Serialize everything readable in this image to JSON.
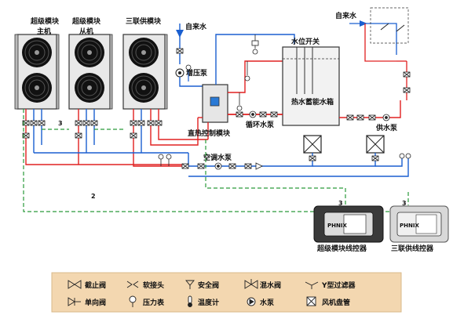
{
  "units": {
    "master_group": "超级模块",
    "master": "主机",
    "slave_group": "超级模块",
    "slave": "从机",
    "triple": "三联供模块"
  },
  "labels": {
    "tap_water_left": "自来水",
    "tap_water_right": "自来水",
    "booster_pump": "增压泵",
    "level_switch": "水位开关",
    "tank": "热水蓄能水箱",
    "circ_pump": "循环水泵",
    "direct_heat": "直热控制模块",
    "supply_pump": "供水泵",
    "ac_pump": "空调水泵",
    "num_3a": "3",
    "num_2": "2",
    "num_3b": "3",
    "num_3c": "3"
  },
  "controllers": [
    {
      "brand": "PHNIX",
      "name": "超级模块线控器"
    },
    {
      "brand": "PHNIX",
      "name": "三联供线控器"
    }
  ],
  "legend": [
    {
      "icon": "shutoff-valve-icon",
      "symbol": "⋈",
      "text": "截止阀"
    },
    {
      "icon": "soft-joint-icon",
      "symbol": "⋈",
      "text": "软接头"
    },
    {
      "icon": "safety-valve-icon",
      "symbol": "⊽",
      "text": "安全阀"
    },
    {
      "icon": "mixing-valve-icon",
      "symbol": "⊠",
      "text": "混水阀"
    },
    {
      "icon": "y-strainer-icon",
      "symbol": "⊳",
      "text": "Y型过滤器"
    },
    {
      "icon": "check-valve-icon",
      "symbol": "⋈",
      "text": "单向阀"
    },
    {
      "icon": "pressure-gauge-icon",
      "symbol": "⊙",
      "text": "压力表"
    },
    {
      "icon": "thermometer-icon",
      "symbol": "⊺",
      "text": "温度计"
    },
    {
      "icon": "water-pump-icon",
      "symbol": "⊗",
      "text": "水泵"
    },
    {
      "icon": "fan-coil-icon",
      "symbol": "⊠",
      "text": "风机盘管"
    }
  ],
  "colors": {
    "hot": "#e02020",
    "cold": "#1a5fd0",
    "tap": "#1a5fd0",
    "signal": "#2a9a3a",
    "legend_bg": "#f3d7b0"
  }
}
